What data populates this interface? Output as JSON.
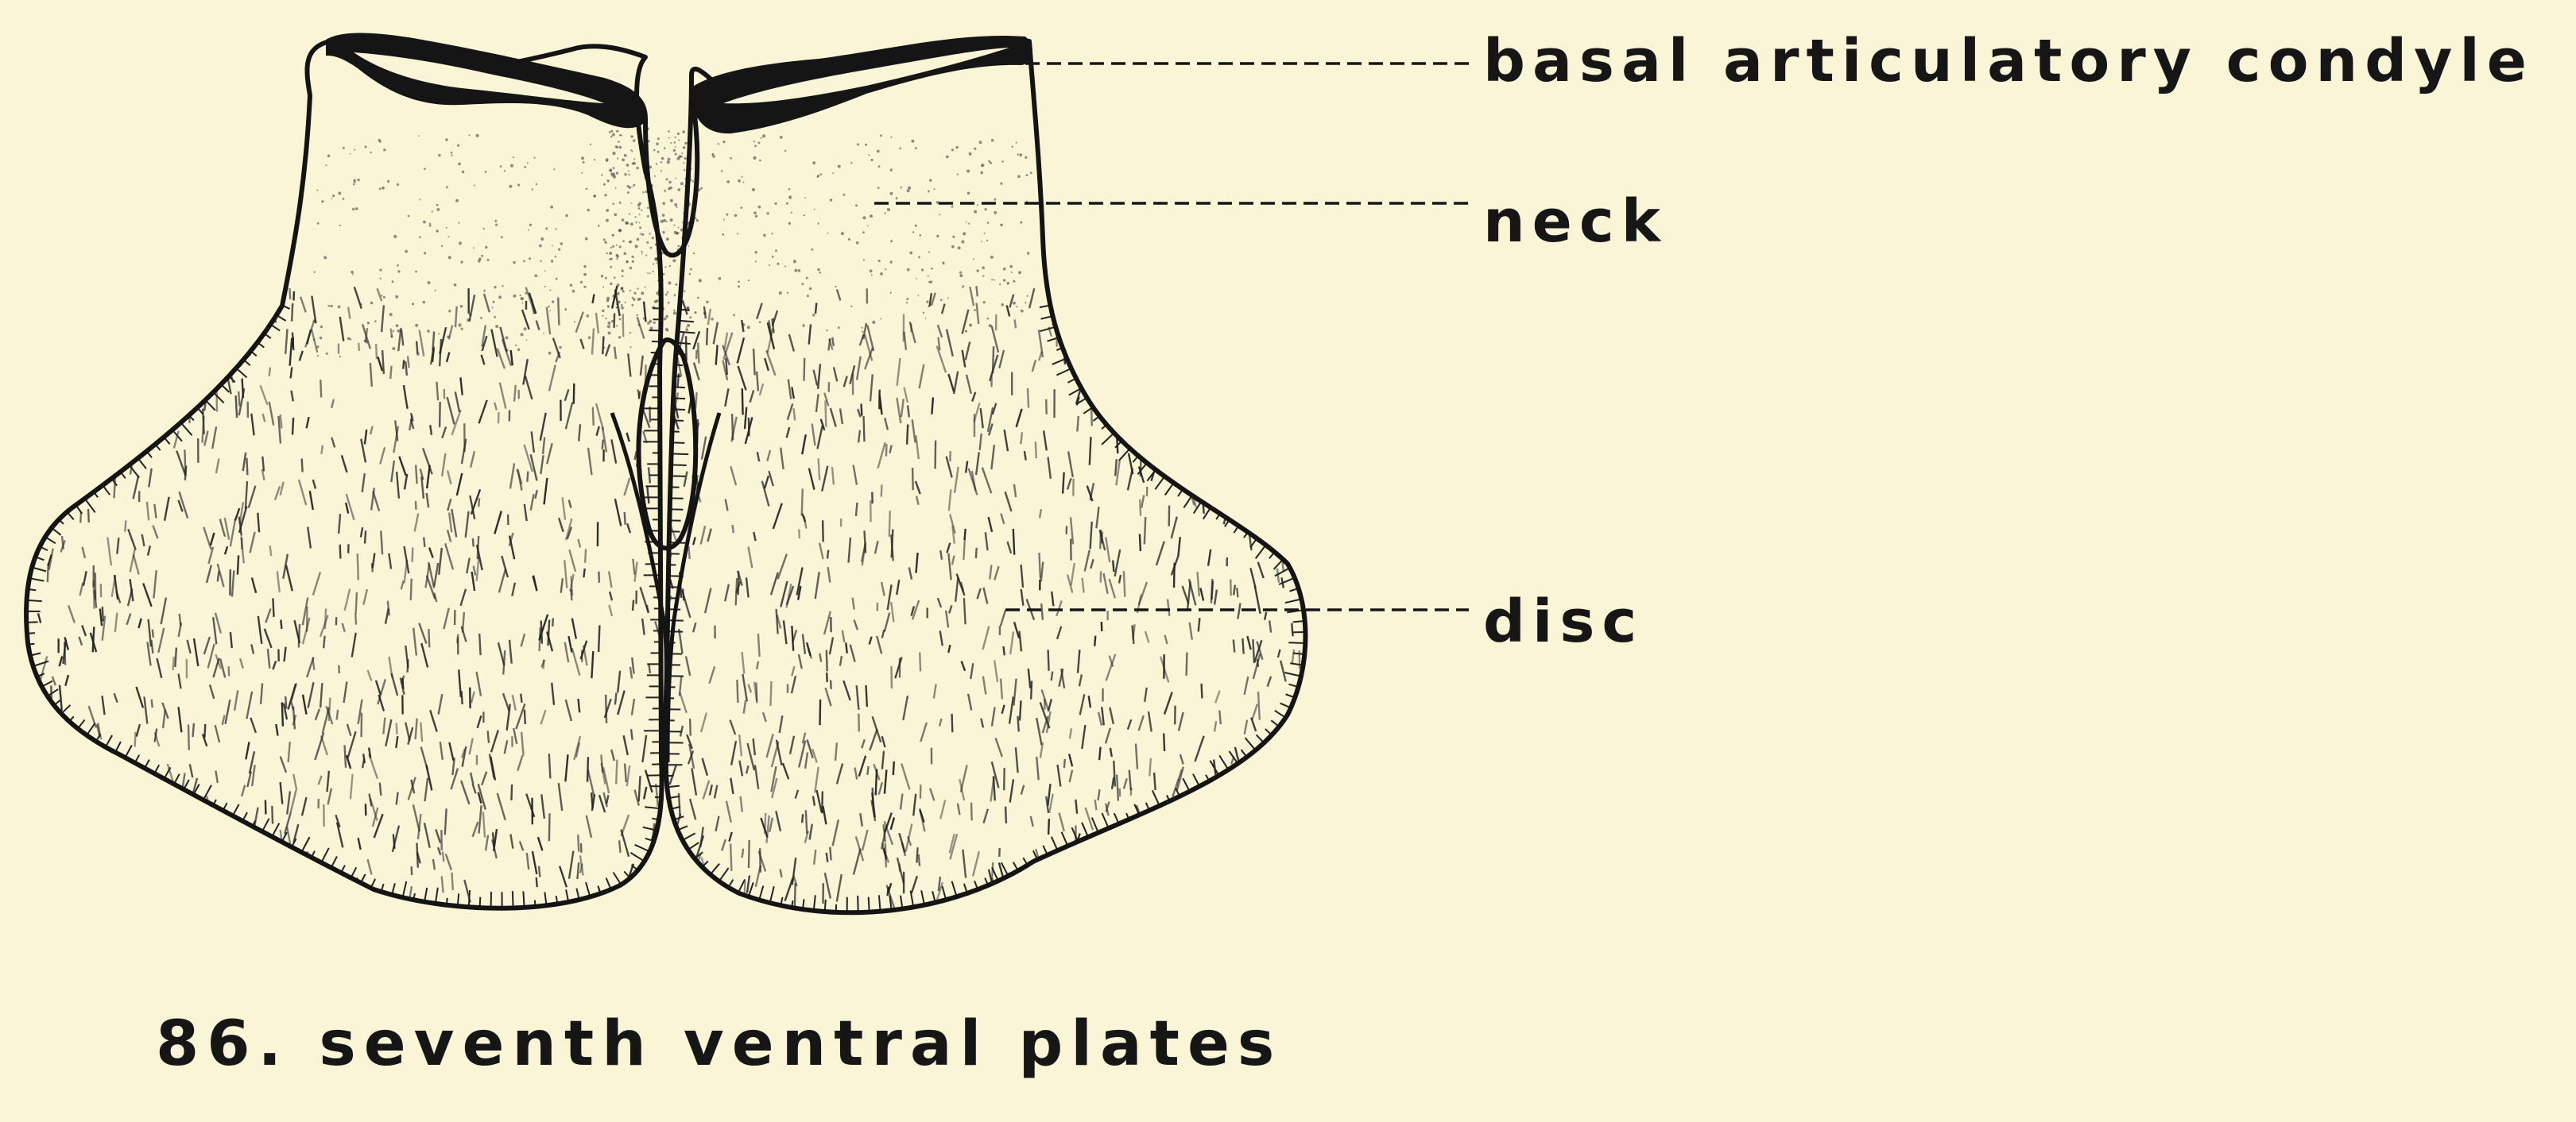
{
  "figure": {
    "caption": "86. seventh ventral plates",
    "labels": {
      "basal_condyle": "basal articulatory condyle",
      "neck": "neck",
      "disc": "disc"
    }
  },
  "colors": {
    "paper": "#fbf5d8",
    "ink": "#161616"
  }
}
